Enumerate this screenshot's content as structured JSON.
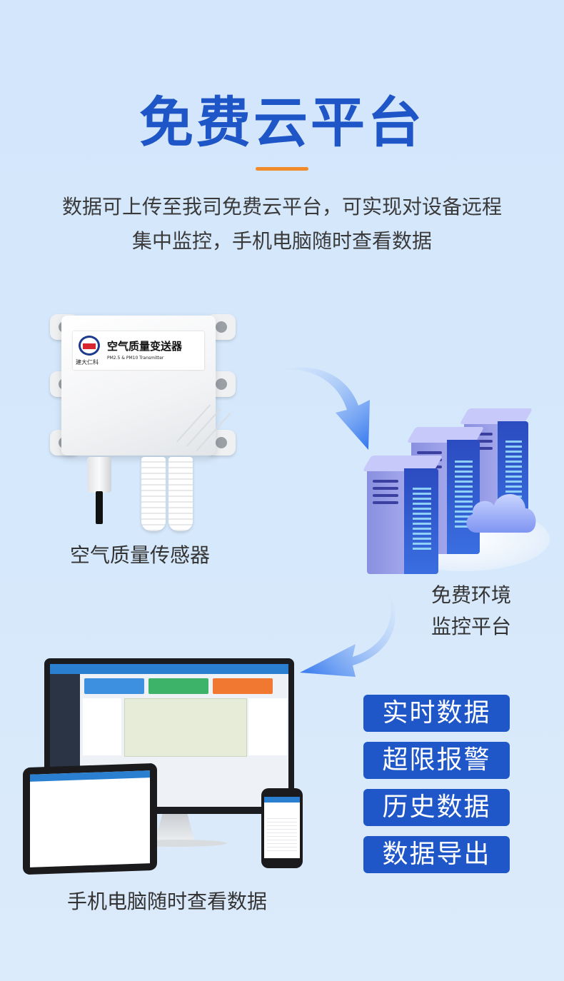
{
  "header": {
    "title": "免费云平台",
    "subtitle_line1": "数据可上传至我司免费云平台，可实现对设备远程",
    "subtitle_line2": "集中监控，手机电脑随时查看数据"
  },
  "sensor": {
    "label_title": "空气质量变送器",
    "label_subtitle": "PM2.5 & PM10 Transmitter",
    "brand": "建大仁科",
    "caption": "空气质量传感器"
  },
  "platform": {
    "caption_line1": "免费环境",
    "caption_line2": "监控平台"
  },
  "devices": {
    "caption": "手机电脑随时查看数据"
  },
  "features": [
    {
      "label": "实时数据"
    },
    {
      "label": "超限报警"
    },
    {
      "label": "历史数据"
    },
    {
      "label": "数据导出"
    }
  ],
  "colors": {
    "title": "#1e55c7",
    "accent_bar": "#f08a2a",
    "feature_bg": "#1f56c8",
    "arrow": "#3d7ff0"
  }
}
